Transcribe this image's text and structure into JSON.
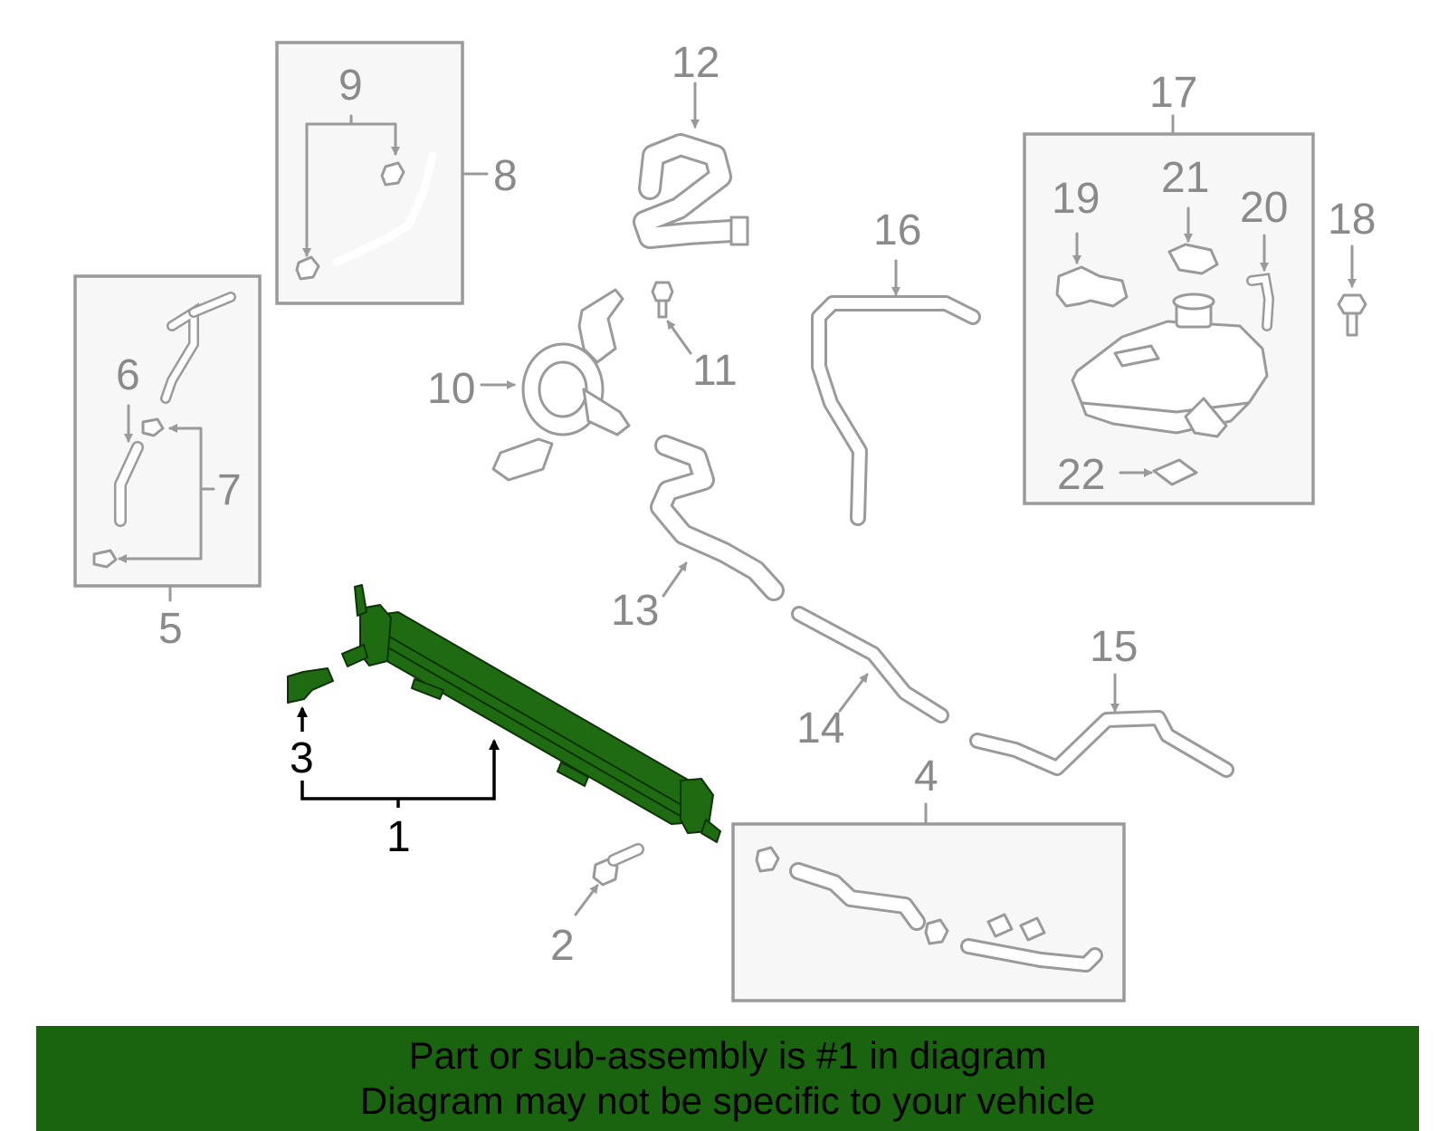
{
  "callouts": {
    "p1": "1",
    "p2": "2",
    "p3": "3",
    "p4": "4",
    "p5": "5",
    "p6": "6",
    "p7": "7",
    "p8": "8",
    "p9": "9",
    "p10": "10",
    "p11": "11",
    "p12": "12",
    "p13": "13",
    "p14": "14",
    "p15": "15",
    "p16": "16",
    "p17": "17",
    "p18": "18",
    "p19": "19",
    "p20": "20",
    "p21": "21",
    "p22": "22"
  },
  "highlighted_part": "1",
  "colors": {
    "highlight": "#1f6b12",
    "footer_bg": "#1a6410",
    "linework": "#9a9a9a"
  },
  "footer": {
    "line1": "Part or sub-assembly is #1 in diagram",
    "line2": "Diagram may not be specific to your vehicle"
  }
}
